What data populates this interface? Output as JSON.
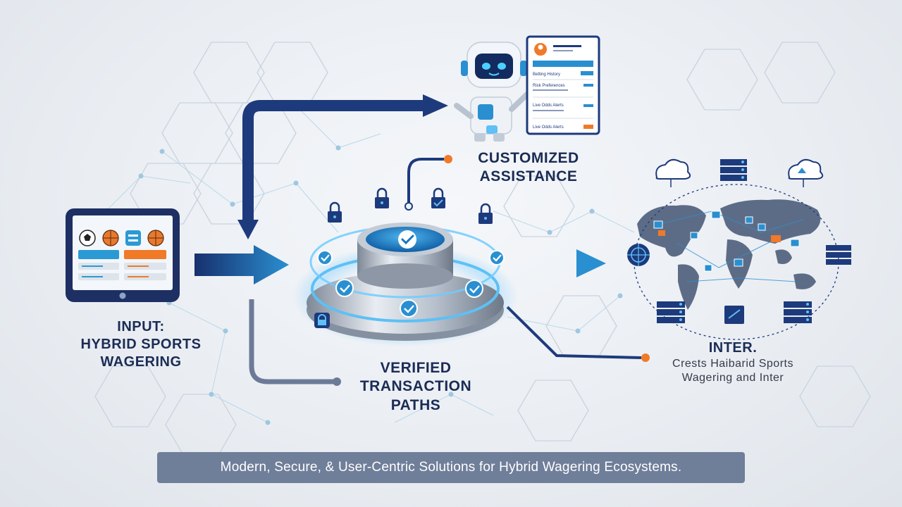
{
  "input": {
    "title_line1": "INPUT:",
    "title_line2": "HYBRID SPORTS",
    "title_line3": "WAGERING"
  },
  "verified": {
    "line1": "VERIFIED",
    "line2": "TRANSACTION",
    "line3": "PATHS"
  },
  "assistance": {
    "line1": "CUSTOMIZED",
    "line2": "ASSISTANCE",
    "panel_header": "Betting History",
    "panel_rows": [
      "Betting History",
      "Risk Preferences",
      "Live Odds Alerts",
      "Live Odds Alerts"
    ]
  },
  "inter": {
    "title": "INTER.",
    "sub_line1": "Crests Haibarid Sports",
    "sub_line2": "Wagering and Inter"
  },
  "banner": {
    "text": "Modern, Secure, & User-Centric Solutions for Hybrid Wagering Ecosystems."
  },
  "colors": {
    "navy": "#1b3a7a",
    "blue": "#1f86c8",
    "accent_orange": "#f07a28",
    "banner_bg": "#6f7e99"
  },
  "icons": [
    "tablet-icon",
    "soccer-ball-icon",
    "basketball-icon",
    "robot-icon",
    "padlock-icon",
    "checkmark-icon",
    "cloud-icon",
    "server-icon",
    "world-map-icon",
    "globe-icon"
  ]
}
